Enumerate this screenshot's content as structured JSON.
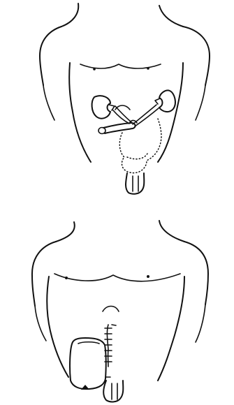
{
  "figure": {
    "panels": [
      {
        "id": "top",
        "depicts": [
          "torso",
          "kidneys",
          "ureters",
          "bladder",
          "ileal-conduit"
        ]
      },
      {
        "id": "bottom",
        "depicts": [
          "torso",
          "stoma",
          "surgical-incision",
          "urostomy-pouch"
        ]
      }
    ],
    "colors": {
      "ink": "#111111",
      "background": "#ffffff"
    }
  }
}
